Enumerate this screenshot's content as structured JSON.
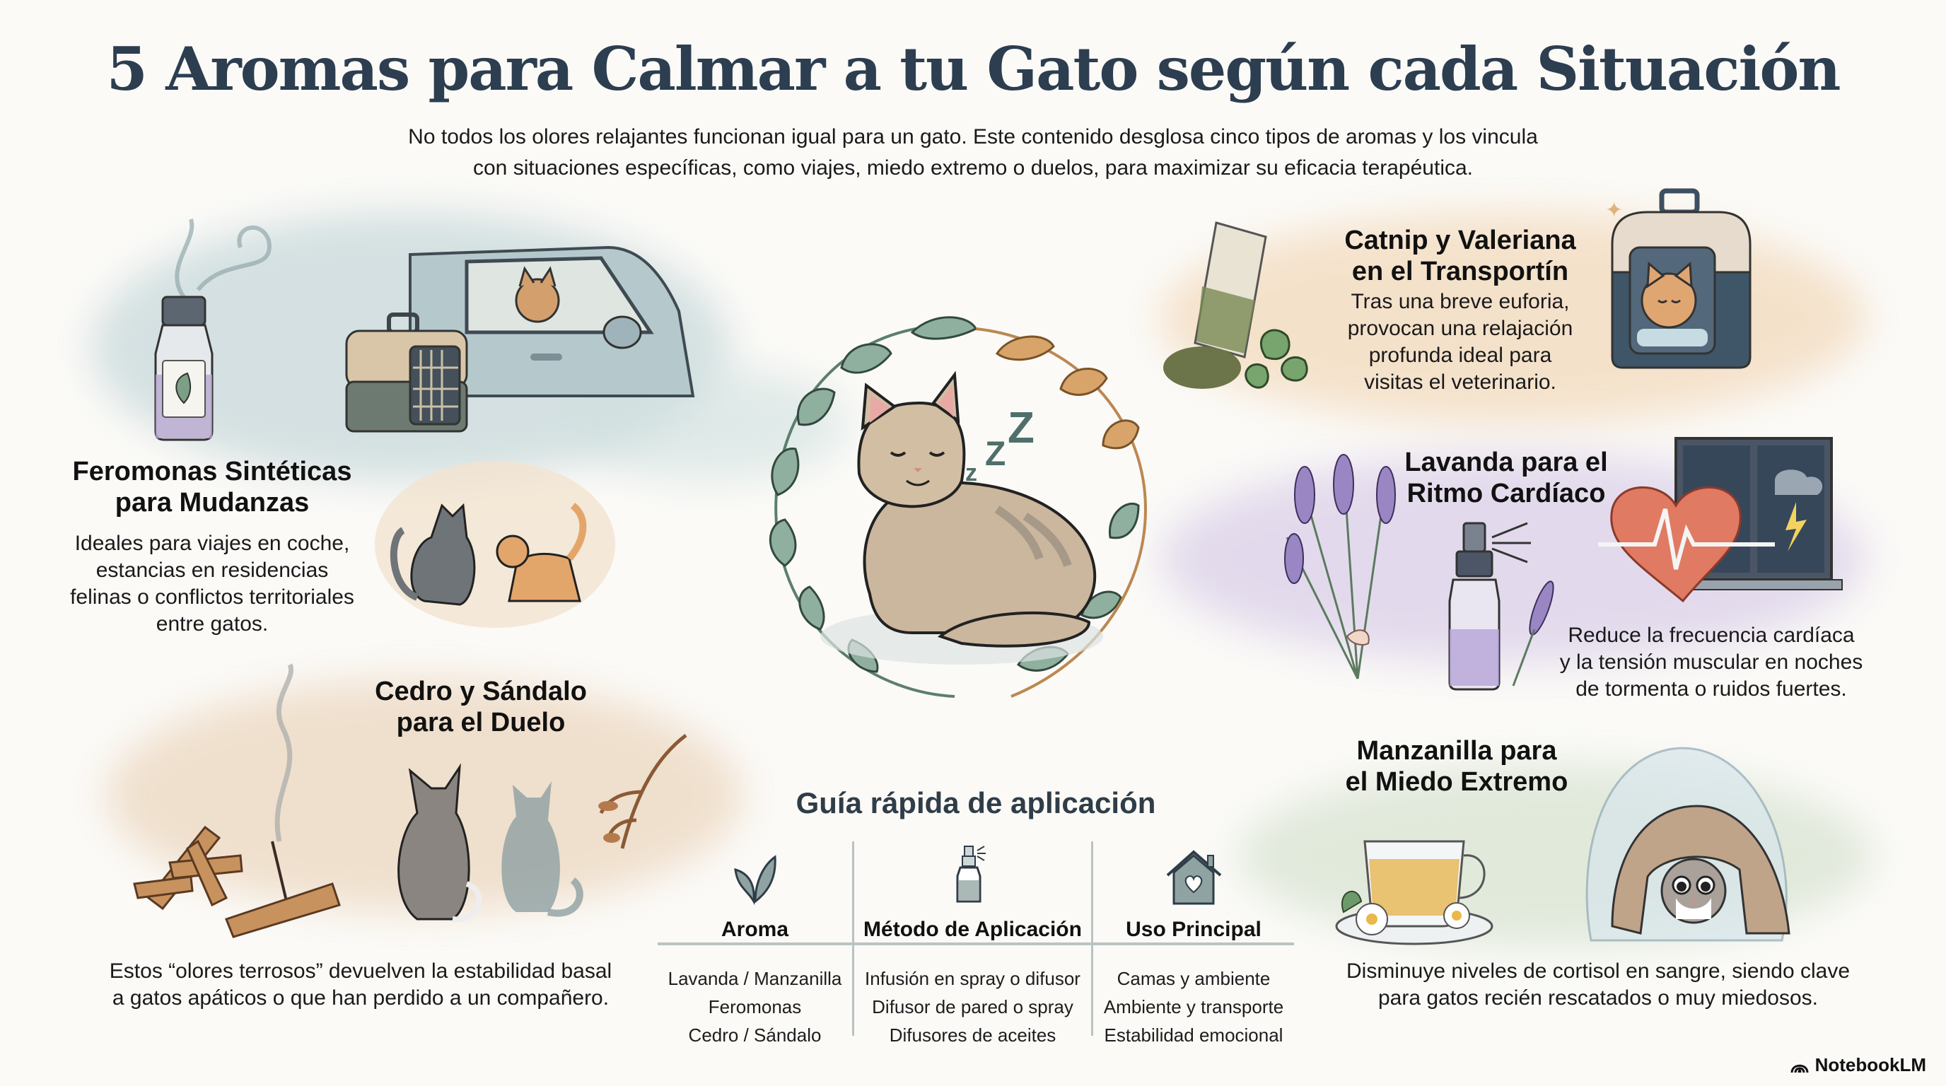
{
  "header": {
    "title": "5 Aromas para Calmar a tu Gato según cada Situación",
    "subtitle_line1": "No todos los olores relajantes funcionan igual para un gato. Este contenido desglosa cinco tipos de aromas y los vincula",
    "subtitle_line2": "con situaciones específicas, como viajes, miedo extremo o duelos, para maximizar su eficacia terapéutica."
  },
  "sections": {
    "feromonas": {
      "heading_line1": "Feromonas Sintéticas",
      "heading_line2": "para Mudanzas",
      "desc_lines": [
        "Ideales para viajes en coche,",
        "estancias en residencias",
        "felinas o conflictos territoriales",
        "entre gatos."
      ],
      "color": "#c9d8da"
    },
    "catnip": {
      "heading_line1": "Catnip y Valeriana",
      "heading_line2": "en el Transportín",
      "desc_lines": [
        "Tras una breve euforia,",
        "provocan una relajación",
        "profunda ideal para",
        "visitas el veterinario."
      ],
      "color": "#f2d9b8"
    },
    "lavanda": {
      "heading_line1": "Lavanda para el",
      "heading_line2": "Ritmo Cardíaco",
      "desc_lines": [
        "Reduce la frecuencia cardíaca",
        "y la tensión muscular en noches",
        "de tormenta o ruidos fuertes."
      ],
      "color": "#ddd3e8"
    },
    "cedro": {
      "heading_line1": "Cedro y Sándalo",
      "heading_line2": "para el Duelo",
      "desc_lines": [
        "Estos “olores terrosos” devuelven la estabilidad basal",
        "a gatos apáticos o que han perdido a un compañero."
      ],
      "color": "#ecd9c4"
    },
    "manzanilla": {
      "heading_line1": "Manzanilla para",
      "heading_line2": "el Miedo Extremo",
      "desc_lines": [
        "Disminuye niveles de cortisol en sangre, siendo clave",
        "para gatos recién rescatados o muy miedosos."
      ],
      "color": "#d9e3d3"
    }
  },
  "center": {
    "sleep_text": [
      "z",
      "Z",
      "Z"
    ]
  },
  "guide": {
    "title": "Guía rápida de aplicación",
    "columns": [
      {
        "header": "Aroma",
        "icon": "leaves-icon",
        "cells": [
          "Lavanda / Manzanilla",
          "Feromonas",
          "Cedro / Sándalo"
        ]
      },
      {
        "header": "Método de Aplicación",
        "icon": "spray-bottle-icon",
        "cells": [
          "Infusión en spray o difusor",
          "Difusor de pared o spray",
          "Difusores de aceites"
        ]
      },
      {
        "header": "Uso Principal",
        "icon": "house-heart-icon",
        "cells": [
          "Camas y ambiente",
          "Ambiente y transporte",
          "Estabilidad emocional"
        ]
      }
    ]
  },
  "footer": {
    "brand": "NotebookLM"
  },
  "colors": {
    "title": "#2c3e50",
    "leaf_green": "#6f9a84",
    "leaf_orange": "#c8914f",
    "icon_gray": "#8fa3a2"
  }
}
